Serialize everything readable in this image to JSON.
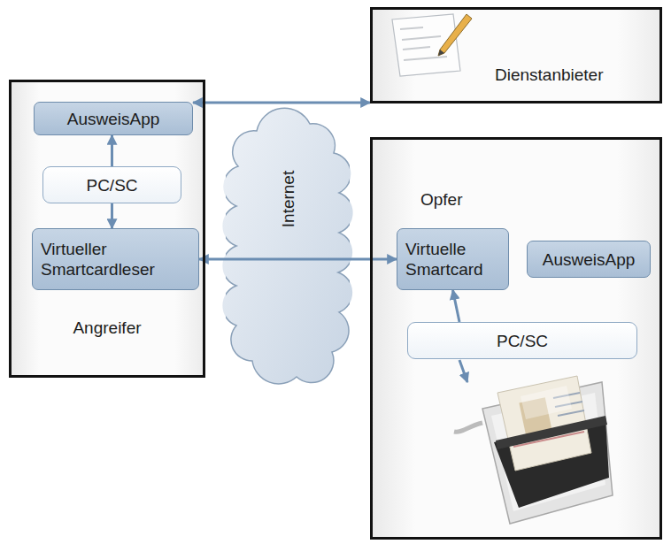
{
  "diagram": {
    "nodes": [
      {
        "text": [
          "Angreifer"
        ]
      },
      {
        "text": [
          "AusweisApp"
        ],
        "in": 0
      },
      {
        "text": [
          "PC/SC"
        ],
        "in": 0
      },
      {
        "text": [
          "Virtueller Smartcardleser"
        ],
        "in": 0
      },
      {
        "text": [
          "Internet"
        ]
      },
      {
        "text": [
          "Dienstanbieter"
        ]
      },
      {
        "text": [
          "Opfer"
        ]
      },
      {
        "text": [
          "Virtuelle Smartcard"
        ],
        "in": 6
      },
      {
        "text": [
          "AusweisApp"
        ],
        "in": 6
      },
      {
        "text": [
          "PC/SC"
        ],
        "in": 6
      }
    ],
    "edges": [
      {
        "from": 1,
        "to": 5,
        "arrow": "both"
      },
      {
        "from": 2,
        "to": 1,
        "arrow": "to"
      },
      {
        "from": 2,
        "to": 3,
        "arrow": "to"
      },
      {
        "from": 3,
        "to": 7,
        "arrow": "both"
      },
      {
        "from": 9,
        "to": 7,
        "arrow": "to"
      }
    ]
  }
}
